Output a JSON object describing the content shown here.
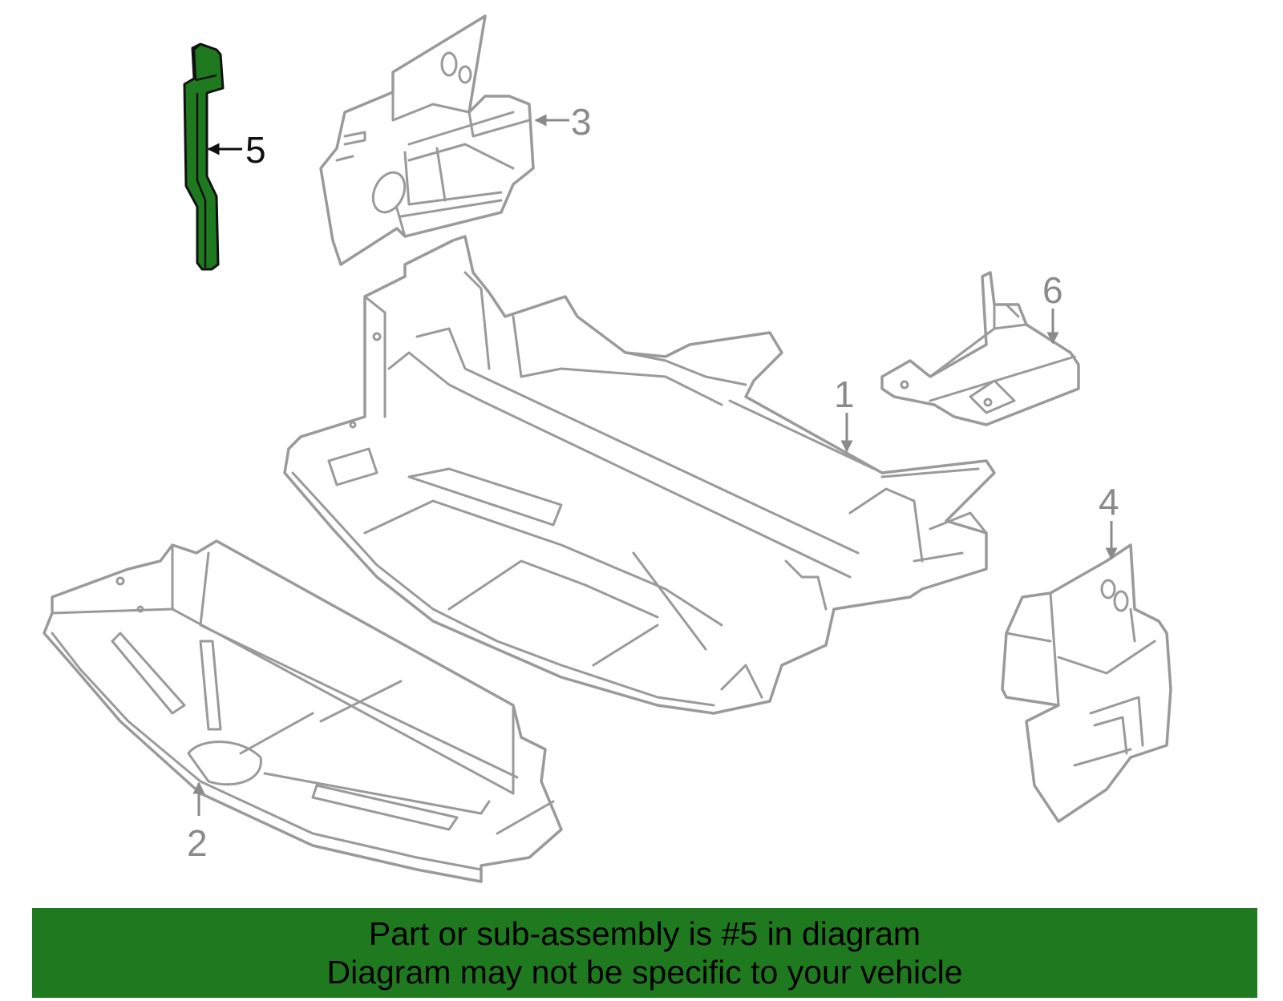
{
  "callouts": {
    "c1": "1",
    "c2": "2",
    "c3": "3",
    "c4": "4",
    "c5": "5",
    "c6": "6"
  },
  "banner": {
    "line1": "Part or sub-assembly is #5 in diagram",
    "line2": "Diagram may not be specific to your vehicle"
  },
  "colors": {
    "highlight": "#1f7a1f",
    "outline": "#9a9a9a",
    "banner": "#1f7a1f"
  }
}
